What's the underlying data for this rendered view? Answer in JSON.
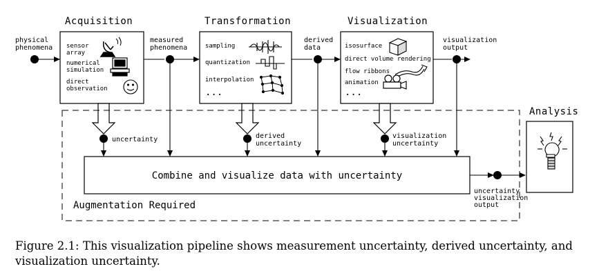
{
  "stages": {
    "acquisition": {
      "title": "Acquisition",
      "items": [
        "sensor",
        "array",
        "numerical",
        "simulation",
        "direct",
        "observation"
      ]
    },
    "transformation": {
      "title": "Transformation",
      "items": [
        "sampling",
        "quantization",
        "interpolation",
        "..."
      ]
    },
    "visualization": {
      "title": "Visualization",
      "items": [
        "isosurface",
        "direct volume rendering",
        "flow ribbons",
        "animation",
        "..."
      ]
    },
    "analysis": {
      "title": "Analysis"
    }
  },
  "flow_labels": {
    "physical": [
      "physical",
      "phenomena"
    ],
    "measured": [
      "measured",
      "phenomena"
    ],
    "derived": [
      "derived",
      "data"
    ],
    "vis_output": [
      "visualization",
      "output"
    ],
    "uncertainty": "uncertainty",
    "derived_uncertainty": [
      "derived",
      "uncertainty"
    ],
    "vis_uncertainty": [
      "visualization",
      "uncertainty"
    ],
    "unc_vis_output": [
      "uncertainty",
      "visualization",
      "output"
    ]
  },
  "combine_box": "Combine and visualize data with uncertainty",
  "augmentation_label": "Augmentation Required",
  "caption": "Figure 2.1: This visualization pipeline shows measurement uncertainty, derived uncertainty, and visualization uncertainty."
}
